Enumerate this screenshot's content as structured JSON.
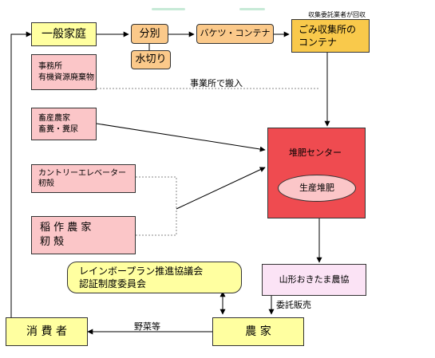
{
  "nodes": {
    "household": "一般家庭",
    "sorting": "分別",
    "drain": "水切り",
    "bucket": "バケツ・コンテナ",
    "collection": [
      "ごみ収集所の",
      "コンテナ"
    ],
    "office": [
      "事務所",
      "有機資源廃棄物"
    ],
    "livestock": [
      "畜産農家",
      "畜糞・糞尿"
    ],
    "elevator": [
      "カントリーエレベーター",
      "籾殻"
    ],
    "rice_farmer": [
      "稲 作 農 家",
      "籾 殻"
    ],
    "compost_center": "堆肥センター",
    "compost_production": "生産堆肥",
    "okitama": "山形おきたま農協",
    "council": [
      "レインボープラン推進協議会",
      "認証制度委員会"
    ],
    "consumer": "消 費 者",
    "farmer": "農 家"
  },
  "edge_labels": {
    "collector": "収集委託業者が回収",
    "office_delivery": "事業所で搬入",
    "consignment": "委託販売",
    "vegetables": "野菜等"
  }
}
